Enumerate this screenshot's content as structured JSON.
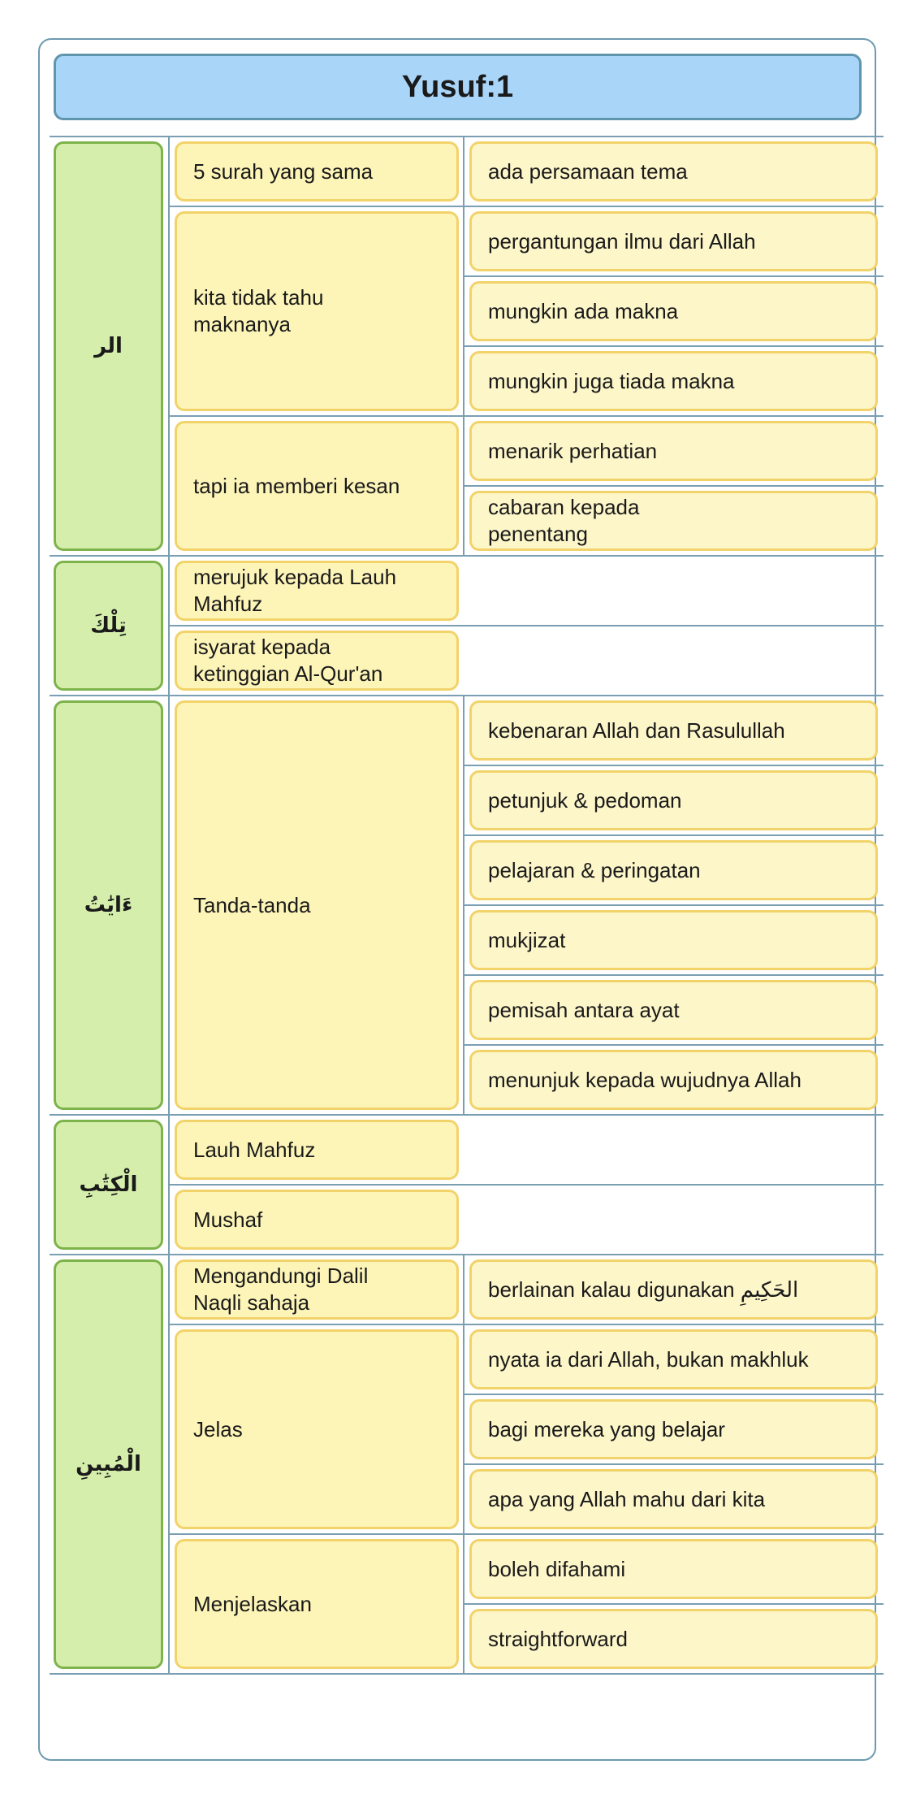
{
  "title": "Yusuf:1",
  "rows": [
    {
      "word": "الر",
      "children": [
        {
          "text": "5 surah yang sama",
          "leaves": [
            "ada persamaan tema"
          ]
        },
        {
          "text": "kita tidak tahu\nmaknanya",
          "leaves": [
            "pergantungan ilmu dari Allah",
            "mungkin ada makna",
            "mungkin juga tiada makna"
          ]
        },
        {
          "text": "tapi ia memberi kesan",
          "leaves": [
            "menarik perhatian",
            "cabaran kepada\npenentang"
          ]
        }
      ]
    },
    {
      "word": "تِلْكَ",
      "children": [
        {
          "text": "merujuk kepada Lauh\nMahfuz",
          "leaves": []
        },
        {
          "text": "isyarat kepada\nketinggian Al-Qur'an",
          "leaves": []
        }
      ]
    },
    {
      "word": "ءَايَٰتُ",
      "children": [
        {
          "text": "Tanda-tanda",
          "leaves": [
            "kebenaran Allah dan Rasulullah",
            "petunjuk & pedoman",
            "pelajaran & peringatan",
            "mukjizat",
            "pemisah antara ayat",
            "menunjuk kepada wujudnya Allah"
          ]
        }
      ]
    },
    {
      "word": "الْكِتَٰبِ",
      "children": [
        {
          "text": "Lauh Mahfuz",
          "leaves": []
        },
        {
          "text": "Mushaf",
          "leaves": []
        }
      ]
    },
    {
      "word": "الْمُبِينِ",
      "children": [
        {
          "text": "Mengandungi Dalil\nNaqli sahaja",
          "leaves": [
            "berlainan kalau digunakan الحَكِيمِ"
          ]
        },
        {
          "text": "Jelas",
          "leaves": [
            "nyata ia dari Allah, bukan makhluk",
            "bagi mereka yang belajar",
            "apa yang Allah mahu dari kita"
          ]
        },
        {
          "text": "Menjelaskan",
          "leaves": [
            "boleh difahami",
            "straightforward"
          ]
        }
      ]
    }
  ],
  "colors": {
    "title_fill": "#a9d5f9",
    "title_border": "#5f95ad",
    "word_fill": "#d5eeac",
    "word_border": "#7db34a",
    "node_fill": "#fdf4b8",
    "node_border": "#f2d36a",
    "line": "#7a9fb2"
  }
}
